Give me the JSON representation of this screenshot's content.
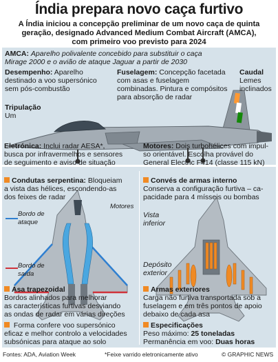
{
  "header": {
    "title": "Índia prepara novo caça furtivo",
    "subtitle_lines": [
      "A Índia iniciou a concepção preliminar de um novo caça de quinta",
      "geração, designado Advanced Medium Combat Aircraft (AMCA),",
      "com primeiro voo previsto para 2024"
    ]
  },
  "top": {
    "amca_label": "AMCA:",
    "amca_text_1": "Aparelho polivalente concebido para substituir o caça",
    "amca_text_2": "Mirage 2000 e o avião de ataque Jaguar a partir de 2030",
    "desempenho_label": "Desempenho:",
    "desempenho_lines": [
      " Aparelho",
      "destinado a voo supersónico",
      "sem pós-combustão"
    ],
    "fuselagem_label": "Fuselagem:",
    "fuselagem_lines": [
      " Concepção facetada",
      "com asas e fuselagem",
      "combinadas. Pintura e compósitos",
      "para absorção de radar"
    ],
    "caudal_label": "Caudal",
    "caudal_lines": [
      "Lemes",
      "inclinados"
    ],
    "tripulacao_label": "Tripulação",
    "tripulacao_value": "Um",
    "eletronica_label": "Eletrónica:",
    "eletronica_lines": [
      " Inclui radar AESA*,",
      "busca por infravermelhos e sensores",
      "de seguimento e aviso de situação"
    ],
    "motores_label": "Motores:",
    "motores_lines": [
      " Dois turbohélices com impul-",
      "so orientável. Escolha provável do",
      "General Electric F414 (classe 115 kN)"
    ]
  },
  "bottom": {
    "condutas_title": "Condutas serpentina:",
    "condutas_lines": [
      " Bloqueiam",
      "a vista das hélices, escondendo-as",
      "dos feixes de radar"
    ],
    "motores_tag": "Motores",
    "bordo_ataque": [
      "Bordo de",
      "ataque"
    ],
    "bordo_saida": [
      "Bordo de",
      "saída"
    ],
    "asa_title": "Asa trapezoidal",
    "asa_lines": [
      "Bordos alinhados para melhorar",
      "as características furtivas desviando",
      "as ondas de radar em várias direções"
    ],
    "forma_lines": [
      " Forma confere voo supersónico",
      "eficaz e melhor controlo a velocidades",
      "subsónicas para ataque ao solo"
    ],
    "convés_title": "Convés de armas interno",
    "convés_lines": [
      "Conserva a configuração furtiva – ca-",
      "pacidade para 4 mísseis ou bombas"
    ],
    "vista_inferior": [
      "Vista",
      "inferior"
    ],
    "deposito": [
      "Depósito",
      "exterior"
    ],
    "armas_title": "Armas exteriores",
    "armas_lines": [
      "Carga não furtiva transportada sob a",
      "fuselagem e em três pontos de apoio",
      "debaixo de cada asa"
    ],
    "spec_title": "Especificações",
    "peso_label": "Peso máximo: ",
    "peso_value": "25 toneladas",
    "perm_label": "Permanência em voo: ",
    "perm_value": "Duas horas"
  },
  "footer": {
    "sources": "Fontes: ADA, Aviation Week",
    "note": "*Feixe varrido eletronicamente ativo",
    "credit": "© GRAPHIC NEWS"
  },
  "colors": {
    "panel": "#d6e2ea",
    "accent_orange": "#f08a24",
    "leading_edge_blue": "#2f7fd0",
    "trailing_edge_red": "#d0323a",
    "airframe_grey": "#9aa3ab"
  }
}
